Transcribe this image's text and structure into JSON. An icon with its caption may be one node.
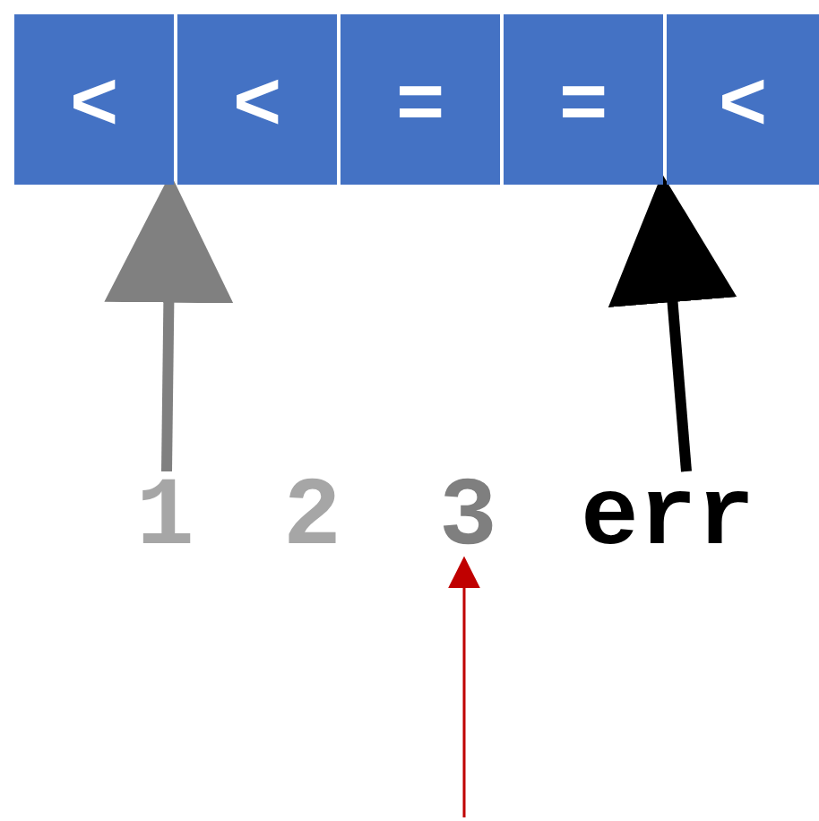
{
  "diagram": {
    "nodes": [
      {
        "text": [
          "<"
        ]
      },
      {
        "text": [
          "<"
        ]
      },
      {
        "text": [
          "="
        ]
      },
      {
        "text": [
          "="
        ]
      },
      {
        "text": [
          "<"
        ]
      },
      {
        "text": [
          "1"
        ]
      },
      {
        "text": [
          "2"
        ]
      },
      {
        "text": [
          "3"
        ]
      },
      {
        "text": [
          "err"
        ]
      }
    ],
    "edges": [
      {
        "from": 5,
        "to": 0,
        "arrow": "to",
        "color": "#808080"
      },
      {
        "from": 8,
        "to": 4,
        "arrow": "to",
        "color": "#000000"
      },
      {
        "from": null,
        "to": 7,
        "arrow": "to",
        "color": "#c00000"
      }
    ]
  }
}
